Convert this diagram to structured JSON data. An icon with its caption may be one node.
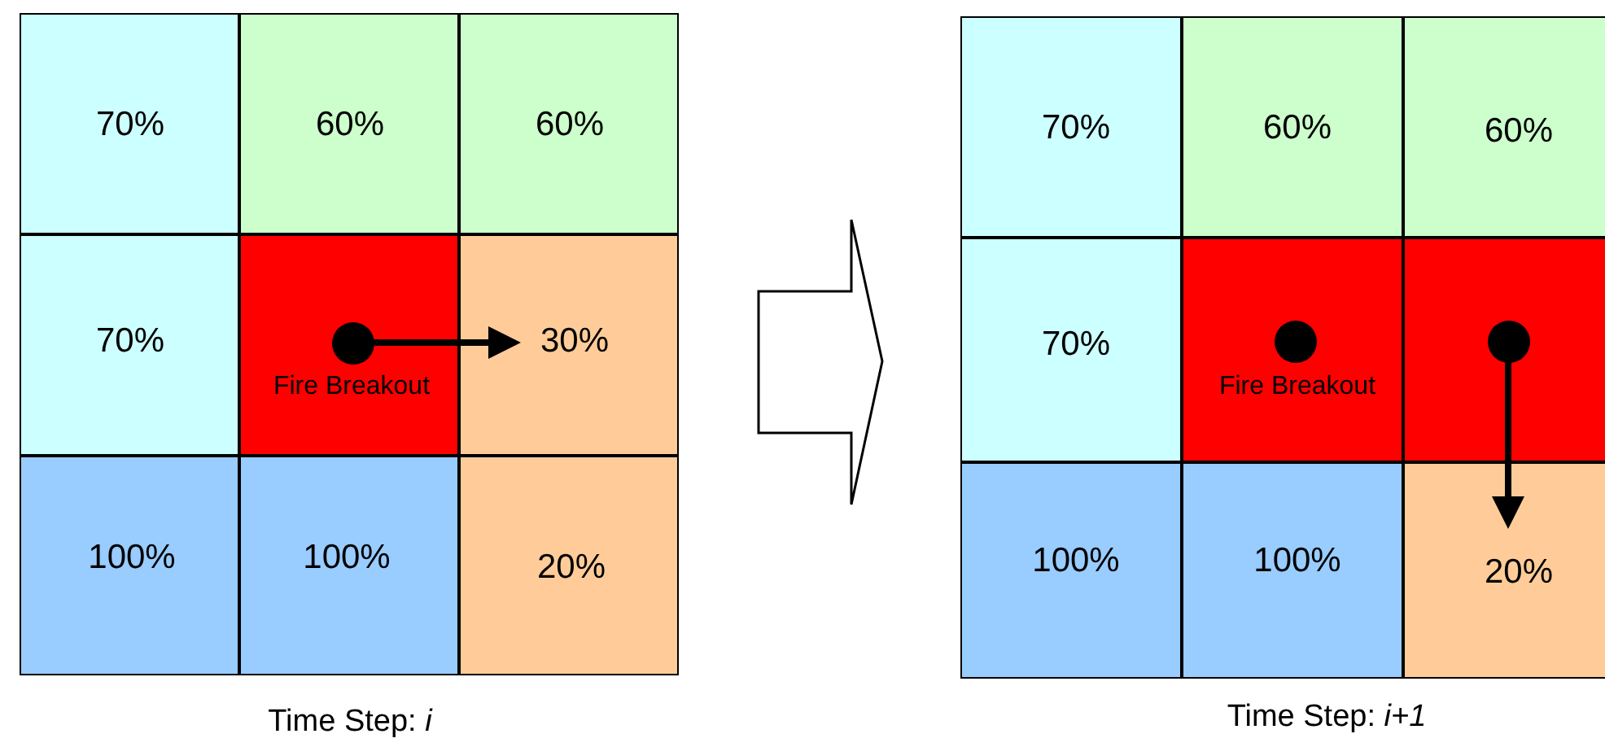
{
  "diagram": {
    "nodes": [
      {
        "text": [
          "70%"
        ]
      },
      {
        "text": [
          "60%"
        ]
      },
      {
        "text": [
          "60%"
        ]
      },
      {
        "text": [
          "70%"
        ]
      },
      {
        "text": [
          "Fire Breakout"
        ]
      },
      {
        "text": [],
        "shape": "circle",
        "in": 4
      },
      {
        "text": [
          "30%"
        ]
      },
      {
        "text": [
          "100%"
        ]
      },
      {
        "text": [
          "100%"
        ]
      },
      {
        "text": [
          "20%"
        ]
      },
      {
        "text": [
          "70%"
        ]
      },
      {
        "text": [
          "60%"
        ]
      },
      {
        "text": [
          "60%"
        ]
      },
      {
        "text": [
          "70%"
        ]
      },
      {
        "text": [
          "Fire Breakout"
        ]
      },
      {
        "text": [],
        "shape": "circle",
        "in": 14
      },
      {
        "text": [],
        "shape": "box"
      },
      {
        "text": [],
        "shape": "circle",
        "in": 16
      },
      {
        "text": [
          "100%"
        ]
      },
      {
        "text": [
          "100%"
        ]
      },
      {
        "text": [
          "20%"
        ]
      }
    ],
    "edges": [
      {
        "from": 5,
        "to": 6,
        "arrow": "to"
      },
      {
        "from": 17,
        "to": 20,
        "arrow": "to"
      }
    ],
    "labels": [
      "Time Step: *i*",
      "Time Step: *i+1*"
    ]
  }
}
